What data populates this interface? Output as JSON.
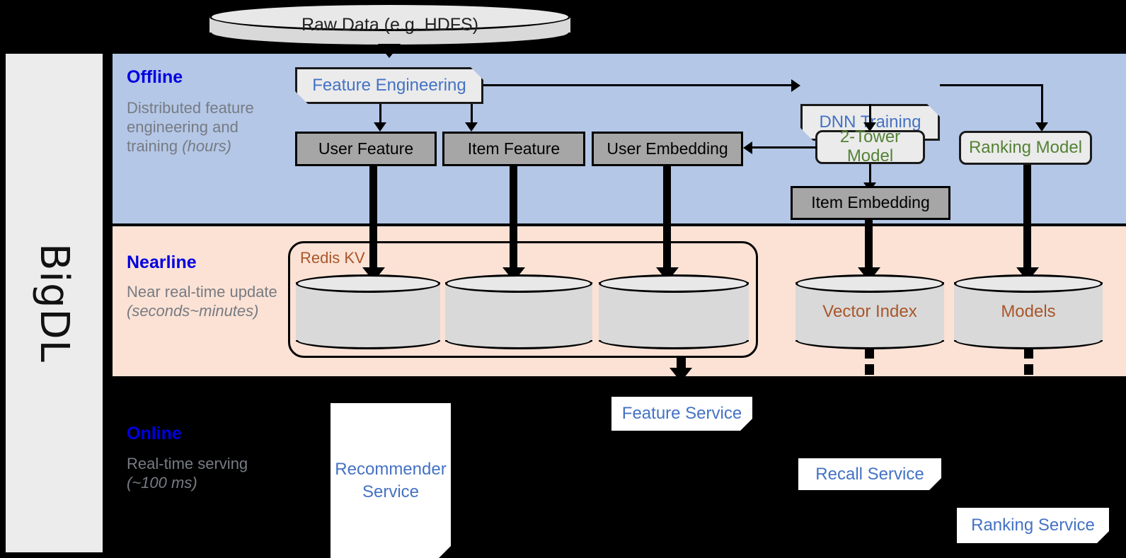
{
  "sidebar": {
    "label": "BigDL"
  },
  "stages": [
    {
      "name": "Offline",
      "title": "Offline",
      "desc_plain": "Distributed feature engineering and training ",
      "desc_italic": "(hours)"
    },
    {
      "name": "Nearline",
      "title": "Nearline",
      "desc_plain": "Near real-time update ",
      "desc_italic": "(seconds~minutes)"
    },
    {
      "name": "Online",
      "title": "Online",
      "desc_plain": "Real-time serving ",
      "desc_italic": "(~100 ms)"
    }
  ],
  "nodes": {
    "raw_data": "Raw Data (e.g. HDFS)",
    "feature_engineering": "Feature Engineering",
    "dnn_training": "DNN Training",
    "user_feature": "User Feature",
    "item_feature": "Item Feature",
    "user_embedding": "User Embedding",
    "two_tower_model": "2-Tower Model",
    "ranking_model": "Ranking Model",
    "item_embedding": "Item Embedding",
    "redis_kv": "Redis KV",
    "vector_index": "Vector Index",
    "models": "Models",
    "feature_service": "Feature Service",
    "recommender_service": "Recommender Service",
    "recall_service": "Recall Service",
    "ranking_service": "Ranking Service"
  },
  "colors": {
    "offline_band": "#b4c7e7",
    "nearline_band": "#fbe2d5",
    "online_band": "#000000",
    "stage_title": "#0000e0",
    "stage_desc": "#777b82",
    "store_box": "#a6a6a6",
    "process_box": "#ebebeb",
    "process_text_blue": "#4472c4",
    "process_text_green": "#548235",
    "store_label_brown": "#a8562a",
    "sidebar_bg": "#ececec"
  }
}
